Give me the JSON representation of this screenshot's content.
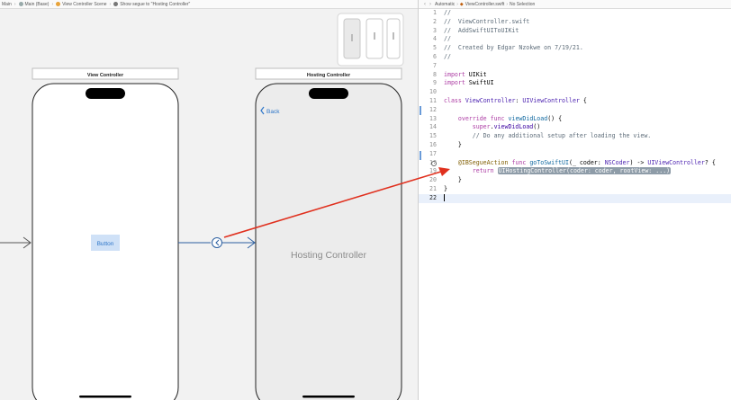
{
  "breadcrumb": {
    "items": [
      "Main",
      "Main (Base)",
      "View Controller Scene",
      "Show segue to \"Hosting Controller\""
    ]
  },
  "storyboard": {
    "view_controller": {
      "title": "View Controller",
      "button_label": "Button"
    },
    "hosting_controller": {
      "title": "Hosting Controller",
      "back_label": "Back",
      "center_label": "Hosting Controller"
    }
  },
  "editor": {
    "jump_bar": {
      "mode": "Automatic",
      "file": "ViewController.swift",
      "selection": "No Selection"
    },
    "current_line": 22,
    "lines": [
      {
        "n": 1,
        "parts": [
          {
            "t": "//",
            "c": "c-comment"
          }
        ]
      },
      {
        "n": 2,
        "parts": [
          {
            "t": "//  ViewController.swift",
            "c": "c-comment"
          }
        ]
      },
      {
        "n": 3,
        "parts": [
          {
            "t": "//  AddSwiftUIToUIKit",
            "c": "c-comment"
          }
        ]
      },
      {
        "n": 4,
        "parts": [
          {
            "t": "//",
            "c": "c-comment"
          }
        ]
      },
      {
        "n": 5,
        "parts": [
          {
            "t": "//  Created by Edgar Nzokwe on 7/19/21.",
            "c": "c-comment"
          }
        ]
      },
      {
        "n": 6,
        "parts": [
          {
            "t": "//",
            "c": "c-comment"
          }
        ]
      },
      {
        "n": 7,
        "parts": []
      },
      {
        "n": 8,
        "parts": [
          {
            "t": "import",
            "c": "c-kw"
          },
          {
            "t": " UIKit",
            "c": ""
          }
        ]
      },
      {
        "n": 9,
        "parts": [
          {
            "t": "import",
            "c": "c-kw"
          },
          {
            "t": " SwiftUI",
            "c": ""
          }
        ]
      },
      {
        "n": 10,
        "parts": []
      },
      {
        "n": 11,
        "parts": [
          {
            "t": "class",
            "c": "c-kw"
          },
          {
            "t": " ",
            "c": ""
          },
          {
            "t": "ViewController",
            "c": "c-type"
          },
          {
            "t": ": ",
            "c": ""
          },
          {
            "t": "UIViewController",
            "c": "c-type"
          },
          {
            "t": " {",
            "c": ""
          }
        ]
      },
      {
        "n": 12,
        "parts": []
      },
      {
        "n": 13,
        "parts": [
          {
            "t": "    ",
            "c": ""
          },
          {
            "t": "override",
            "c": "c-kw"
          },
          {
            "t": " ",
            "c": ""
          },
          {
            "t": "func",
            "c": "c-kw"
          },
          {
            "t": " ",
            "c": ""
          },
          {
            "t": "viewDidLoad",
            "c": "c-fn"
          },
          {
            "t": "() {",
            "c": ""
          }
        ]
      },
      {
        "n": 14,
        "parts": [
          {
            "t": "        ",
            "c": ""
          },
          {
            "t": "super",
            "c": "c-kw"
          },
          {
            "t": ".",
            "c": ""
          },
          {
            "t": "viewDidLoad",
            "c": "c-call"
          },
          {
            "t": "()",
            "c": ""
          }
        ]
      },
      {
        "n": 15,
        "parts": [
          {
            "t": "        ",
            "c": ""
          },
          {
            "t": "// Do any additional setup after loading the view.",
            "c": "c-comment"
          }
        ]
      },
      {
        "n": 16,
        "parts": [
          {
            "t": "    }",
            "c": ""
          }
        ]
      },
      {
        "n": 17,
        "parts": []
      },
      {
        "n": 18,
        "parts": [
          {
            "t": "    ",
            "c": ""
          },
          {
            "t": "@IBSegueAction",
            "c": "c-attr"
          },
          {
            "t": " ",
            "c": ""
          },
          {
            "t": "func",
            "c": "c-kw"
          },
          {
            "t": " ",
            "c": ""
          },
          {
            "t": "goToSwiftUI",
            "c": "c-fn"
          },
          {
            "t": "(_ coder: ",
            "c": ""
          },
          {
            "t": "NSCoder",
            "c": "c-type"
          },
          {
            "t": ") -> ",
            "c": ""
          },
          {
            "t": "UIViewController",
            "c": "c-type"
          },
          {
            "t": "? {",
            "c": ""
          }
        ]
      },
      {
        "n": 19,
        "parts": [
          {
            "t": "        ",
            "c": ""
          },
          {
            "t": "return",
            "c": "c-kw"
          },
          {
            "t": " ",
            "c": ""
          },
          {
            "t": "UIHostingController(coder: coder, rootView: ...)",
            "c": "c-ph"
          }
        ]
      },
      {
        "n": 20,
        "parts": [
          {
            "t": "    }",
            "c": ""
          }
        ]
      },
      {
        "n": 21,
        "parts": [
          {
            "t": "}",
            "c": ""
          }
        ]
      },
      {
        "n": 22,
        "parts": []
      }
    ]
  },
  "colors": {
    "segue_line": "#2c5fa0",
    "drag_arrow": "#e0301e",
    "button_fill": "#cfe1f7",
    "ibaction_attr": "#815f03"
  }
}
